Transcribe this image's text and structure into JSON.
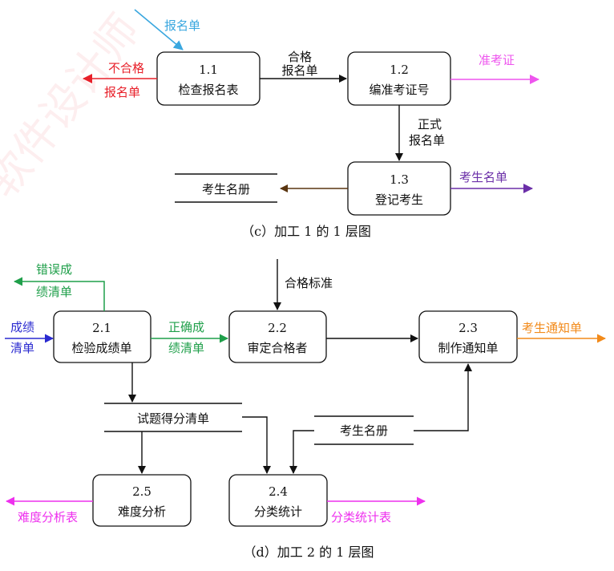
{
  "watermark": "软件设计师",
  "diagram_c": {
    "caption": "（c）加工 1 的 1 层图",
    "p11": {
      "num": "1.1",
      "name": "检查报名表"
    },
    "p12": {
      "num": "1.2",
      "name": "编准考证号"
    },
    "p13": {
      "num": "1.3",
      "name": "登记考生"
    },
    "store_roster": "考生名册",
    "flows": {
      "in_form": "报名单",
      "reject_1": "不合格",
      "reject_2": "报名单",
      "ok_1": "合格",
      "ok_2": "报名单",
      "admission": "准考证",
      "formal_1": "正式",
      "formal_2": "报名单",
      "roster_out": "考生名单"
    },
    "colors": {
      "in_form": "#3aa7df",
      "reject": "#e8202a",
      "admission": "#ee55ee",
      "roster_out": "#6b2fa8",
      "store": "#5a3510"
    }
  },
  "diagram_d": {
    "caption": "（d）加工 2 的 1 层图",
    "p21": {
      "num": "2.1",
      "name": "检验成绩单"
    },
    "p22": {
      "num": "2.2",
      "name": "审定合格者"
    },
    "p23": {
      "num": "2.3",
      "name": "制作通知单"
    },
    "p24": {
      "num": "2.4",
      "name": "分类统计"
    },
    "p25": {
      "num": "2.5",
      "name": "难度分析"
    },
    "store_scores": "试题得分清单",
    "store_roster": "考生名册",
    "flows": {
      "err_1": "错误成",
      "err_2": "绩清单",
      "grade_1": "成绩",
      "grade_2": "清单",
      "correct_1": "正确成",
      "correct_2": "绩清单",
      "standard": "合格标准",
      "notice": "考生通知单",
      "difficulty": "难度分析表",
      "classify": "分类统计表"
    },
    "colors": {
      "err": "#1f9f4a",
      "grade": "#2a2ad0",
      "correct": "#1f9f4a",
      "notice": "#f28a1a",
      "difficulty": "#ee30ee",
      "classify": "#ee30ee"
    }
  }
}
